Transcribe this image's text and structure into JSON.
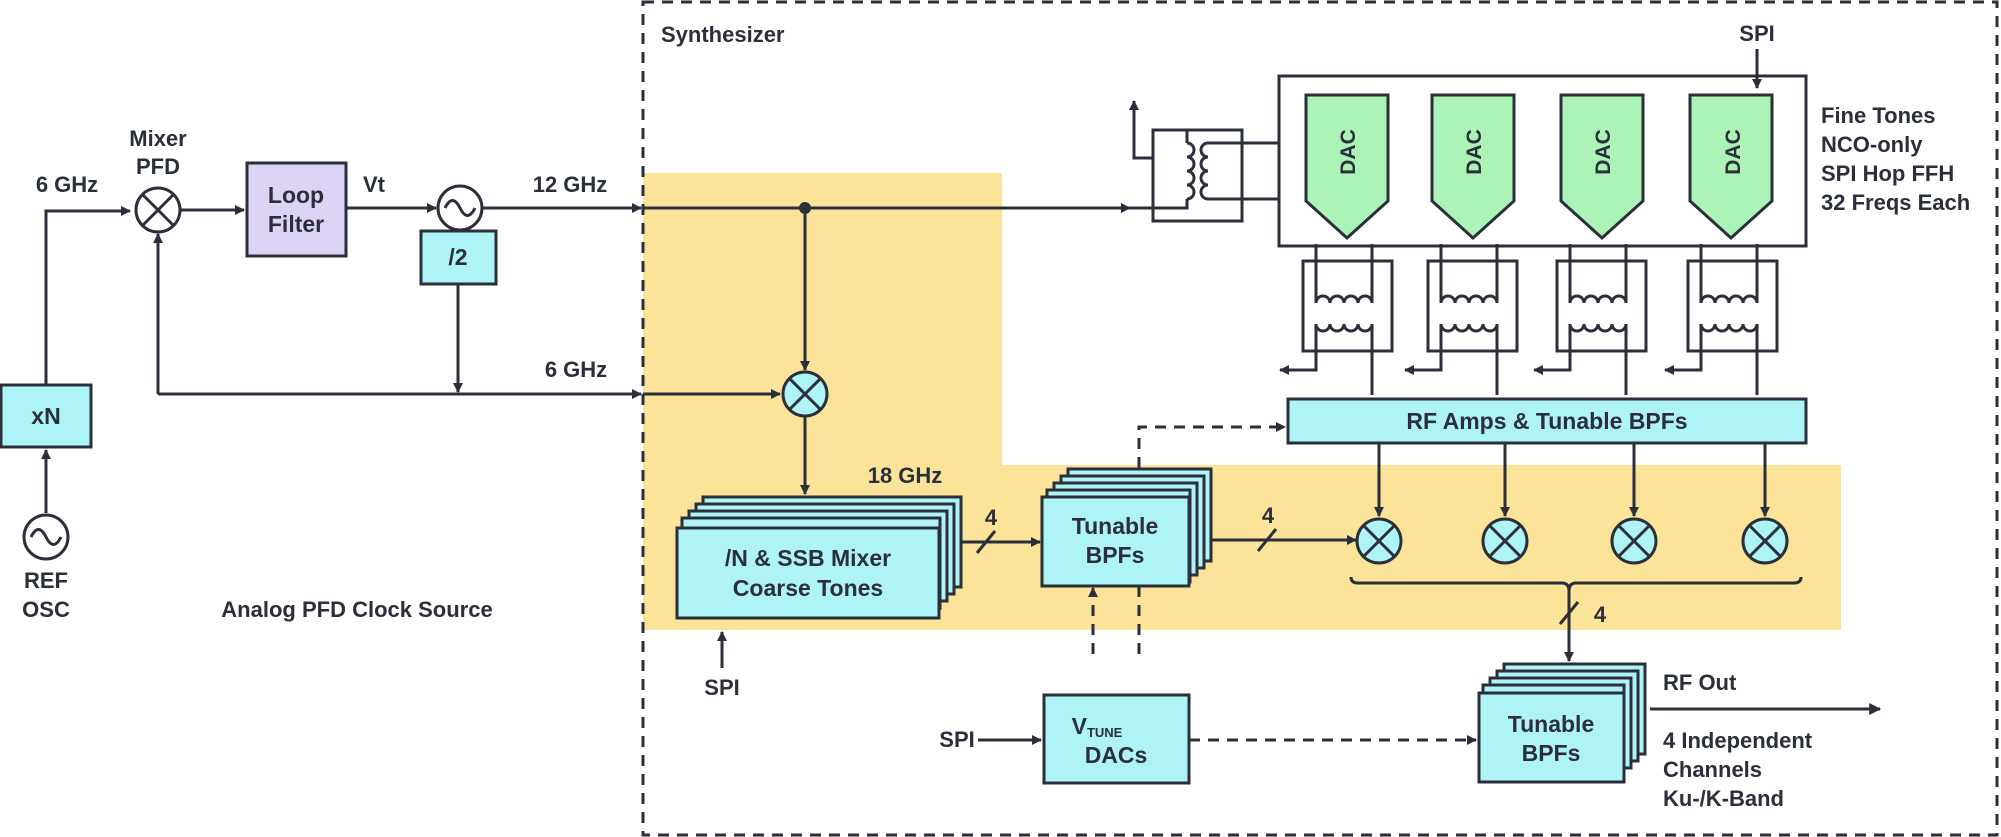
{
  "colors": {
    "highlight": "#fbe39a",
    "cyan_block": "#aef4f7",
    "purple_block": "#ddd3f7",
    "green_dac": "#acf3b8",
    "line": "#2b2f3a"
  },
  "labels": {
    "synthesizer": "Synthesizer",
    "spi_top": "SPI",
    "fine_tones": [
      "Fine Tones",
      "NCO-only",
      "SPI Hop FFH",
      "32 Freqs Each"
    ],
    "dac": "DAC",
    "mixer_pfd": [
      "Mixer",
      "PFD"
    ],
    "loop_filter": [
      "Loop",
      "Filter"
    ],
    "vt": "Vt",
    "f_6ghz_in": "6 GHz",
    "f_12ghz": "12 GHz",
    "div2": "/2",
    "f_6ghz_mid": "6 GHz",
    "xn": "xN",
    "ref_osc": [
      "REF",
      "OSC"
    ],
    "analog_pfd_clock": "Analog PFD Clock Source",
    "rf_amps": "RF Amps & Tunable BPFs",
    "f_18ghz": "18 GHz",
    "coarse": [
      "/N & SSB Mixer",
      "Coarse Tones"
    ],
    "bus4_a": "4",
    "tunable_bpfs_mid": [
      "Tunable",
      "BPFs"
    ],
    "bus4_b": "4",
    "bus4_c": "4",
    "spi_coarse": "SPI",
    "spi_vtune": "SPI",
    "vtune_main": "V",
    "vtune_sub": "TUNE",
    "vtune_dacs": "DACs",
    "tunable_bpfs_out": [
      "Tunable",
      "BPFs"
    ],
    "rf_out": "RF Out",
    "out_desc": [
      "4 Independent",
      "Channels",
      "Ku-/K-Band"
    ]
  }
}
